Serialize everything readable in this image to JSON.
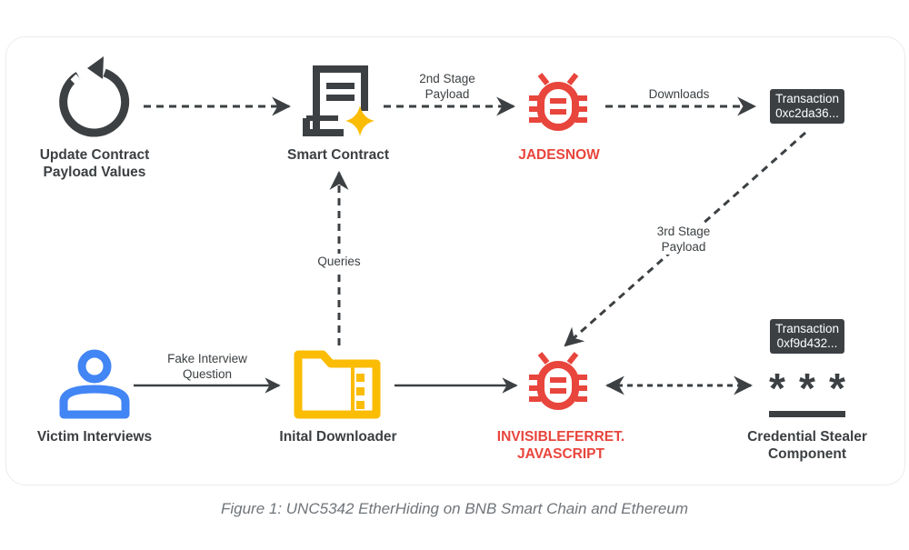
{
  "figure": {
    "caption": "Figure 1: UNC5342 EtherHiding on BNB Smart Chain and Ethereum"
  },
  "colors": {
    "dark": "#3c4043",
    "malware_red": "#e8453c",
    "victim_blue": "#4285f4",
    "downloader_yellow": "#fbbc04",
    "sparkle_yellow": "#fbbc04"
  },
  "nodes": {
    "update": {
      "label_line1": "Update Contract",
      "label_line2": "Payload Values",
      "icon": "refresh-icon"
    },
    "smart_contract": {
      "label": "Smart Contract",
      "icon": "contract-document-icon"
    },
    "jadesnow": {
      "label": "JADESNOW",
      "icon": "bug-icon"
    },
    "tx1": {
      "line1": "Transaction",
      "line2": "0xc2da36..."
    },
    "victim": {
      "label": "Victim Interviews",
      "icon": "person-icon"
    },
    "downloader": {
      "label": "Inital Downloader",
      "icon": "zip-folder-icon"
    },
    "invisibleferret": {
      "label_line1": "INVISIBLEFERRET.",
      "label_line2": "JAVASCRIPT",
      "icon": "bug-icon"
    },
    "tx2": {
      "line1": "Transaction",
      "line2": "0xf9d432..."
    },
    "stealer": {
      "label_line1": "Credential Stealer",
      "label_line2": "Component",
      "icon": "password-icon"
    }
  },
  "edges": {
    "update_to_contract": {
      "label": ""
    },
    "contract_to_jadesnow": {
      "label_line1": "2nd Stage",
      "label_line2": "Payload"
    },
    "jadesnow_to_tx1": {
      "label": "Downloads"
    },
    "tx1_to_ferret": {
      "label_line1": "3rd Stage",
      "label_line2": "Payload"
    },
    "downloader_to_contract": {
      "label": "Queries"
    },
    "victim_to_downloader": {
      "label_line1": "Fake Interview",
      "label_line2": "Question"
    },
    "downloader_to_ferret": {
      "label": ""
    },
    "ferret_stealer": {
      "label": ""
    }
  }
}
